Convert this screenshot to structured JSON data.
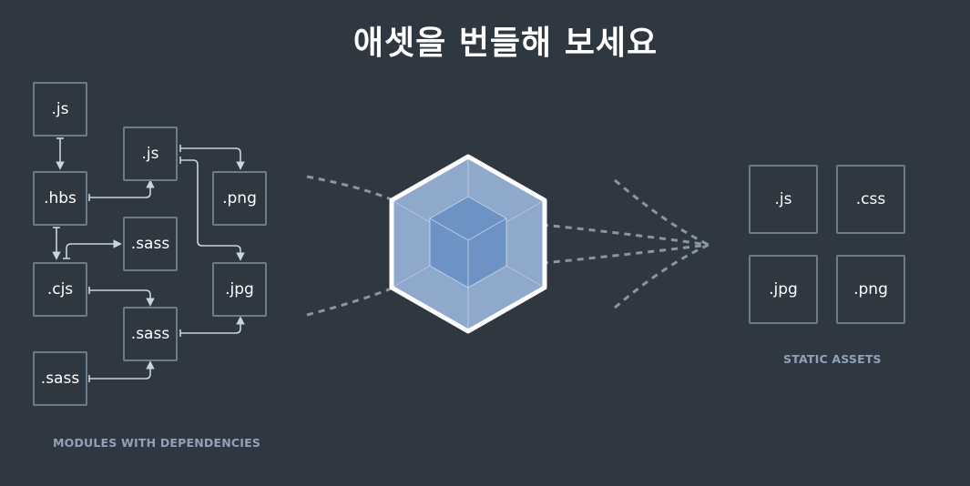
{
  "title": "애셋을 번들해 보세요",
  "modules": {
    "caption": "MODULES WITH DEPENDENCIES",
    "items": [
      ".js",
      ".js",
      ".hbs",
      ".png",
      ".sass",
      ".cjs",
      ".jpg",
      ".sass",
      ".sass"
    ]
  },
  "assets": {
    "caption": "STATIC ASSETS",
    "items": [
      ".js",
      ".css",
      ".jpg",
      ".png"
    ]
  },
  "colors": {
    "background": "#2f3740",
    "box_border": "#6b7c8e",
    "connector": "#c7d4e1",
    "cube_outer": "#8ea9cb",
    "cube_inner": "#6d93c4",
    "dash": "#8a96a3"
  }
}
